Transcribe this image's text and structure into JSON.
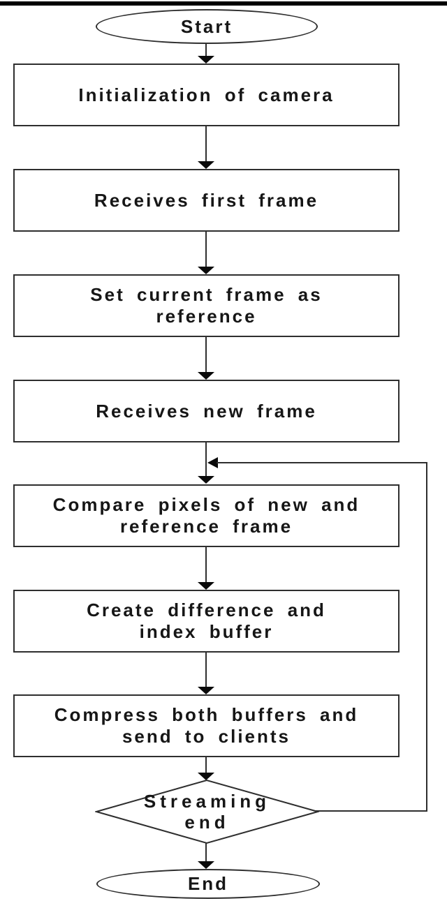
{
  "colors": {
    "stroke": "#2e2e2e",
    "text": "#161616",
    "arrow": "#0a0a0a",
    "top_bar": "#000000",
    "background": "#ffffff"
  },
  "flowchart": {
    "nodes": {
      "start": {
        "type": "terminator",
        "label": "Start"
      },
      "init": {
        "type": "process",
        "lines": [
          "Initialization of camera"
        ]
      },
      "first_frame": {
        "type": "process",
        "lines": [
          "Receives first frame"
        ]
      },
      "set_reference": {
        "type": "process",
        "lines": [
          "Set current frame as",
          "reference"
        ]
      },
      "new_frame": {
        "type": "process",
        "lines": [
          "Receives new frame"
        ]
      },
      "compare": {
        "type": "process",
        "lines": [
          "Compare pixels of new and",
          "reference frame"
        ]
      },
      "diff_buffer": {
        "type": "process",
        "lines": [
          "Create difference and",
          "index buffer"
        ]
      },
      "compress": {
        "type": "process",
        "lines": [
          "Compress both buffers and",
          "send to clients"
        ]
      },
      "decision": {
        "type": "decision",
        "lines": [
          "Streaming",
          "end"
        ]
      },
      "end": {
        "type": "terminator",
        "label": "End"
      }
    },
    "edges": [
      "start -> init",
      "init -> first_frame",
      "first_frame -> set_reference",
      "set_reference -> new_frame",
      "new_frame -> compare",
      "compare -> diff_buffer",
      "diff_buffer -> compress",
      "compress -> decision",
      "decision -> end",
      "decision -> compare (loop back)"
    ]
  }
}
